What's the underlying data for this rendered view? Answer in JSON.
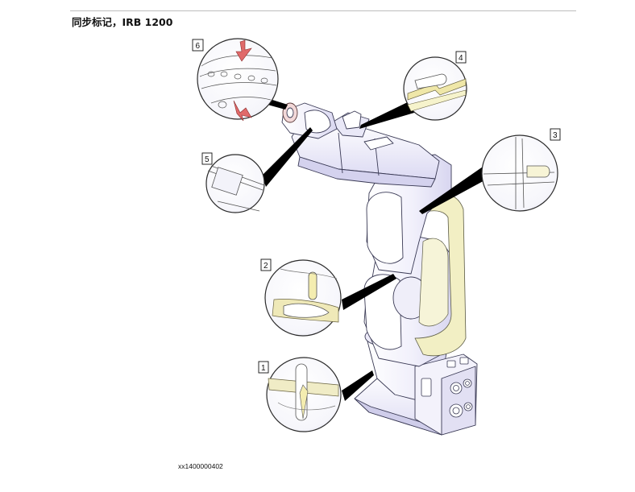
{
  "heading": "同步标记，IRB 1200",
  "figure_id": "xx1400000402",
  "callouts": [
    "1",
    "2",
    "3",
    "4",
    "5",
    "6"
  ],
  "colors": {
    "robot_fill": "#f4f3fb",
    "robot_shade": "#dad8f2",
    "robot_outline": "#3a3a55",
    "cable_fill": "#f2efc4",
    "arrow": "#e06a6a",
    "leader": "#000000"
  }
}
